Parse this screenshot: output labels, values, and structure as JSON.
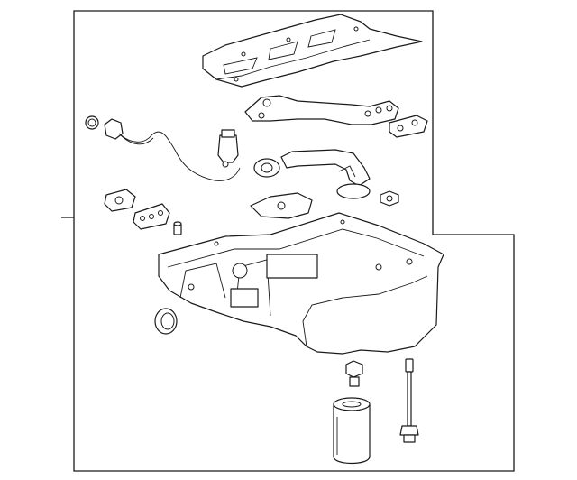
{
  "diagram": {
    "colors": {
      "line": "#1a1a1a",
      "background": "#ffffff"
    },
    "parts": [
      "windage-tray",
      "oil-pump-bracket",
      "oil-level-sensor",
      "sensor-harness",
      "oil-pickup-tube",
      "gasket",
      "cover-plate",
      "nut",
      "dowel-pin",
      "oil-pan",
      "seal",
      "drain-plug",
      "oil-filter",
      "bolt"
    ]
  }
}
